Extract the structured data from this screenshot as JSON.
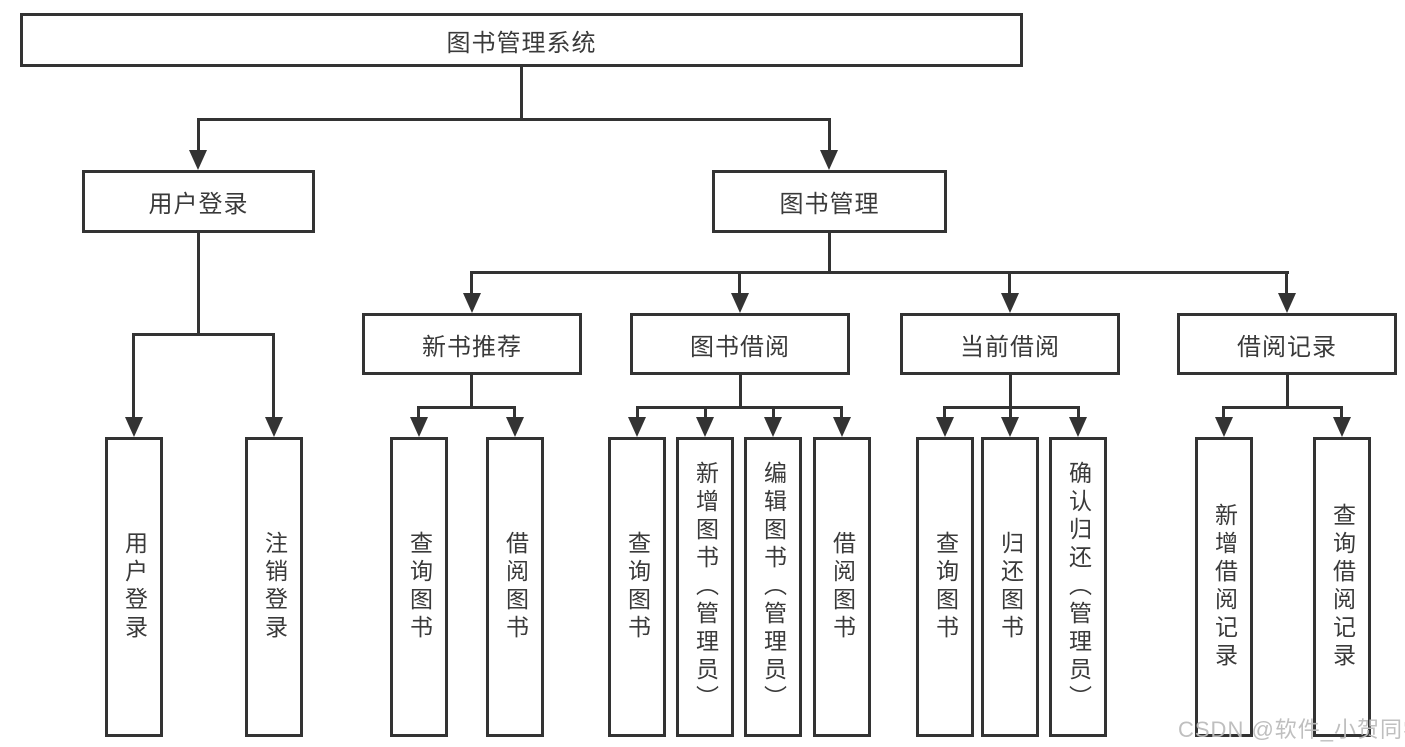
{
  "diagram": {
    "root": {
      "label": "图书管理系统"
    },
    "level2": {
      "user_login": {
        "label": "用户登录"
      },
      "book_mgmt": {
        "label": "图书管理"
      }
    },
    "level3": {
      "new_book": {
        "label": "新书推荐"
      },
      "book_borrow": {
        "label": "图书借阅"
      },
      "current_borrow": {
        "label": "当前借阅"
      },
      "borrow_record": {
        "label": "借阅记录"
      }
    },
    "leaves": {
      "user_login": {
        "label": "用户登录"
      },
      "logout": {
        "label": "注销登录"
      },
      "nb_query": {
        "label": "查询图书"
      },
      "nb_borrow": {
        "label": "借阅图书"
      },
      "bb_query": {
        "label": "查询图书"
      },
      "bb_add": {
        "label": "新增图书（管理员）"
      },
      "bb_edit": {
        "label": "编辑图书（管理员）"
      },
      "bb_borrow": {
        "label": "借阅图书"
      },
      "cb_query": {
        "label": "查询图书"
      },
      "cb_return": {
        "label": "归还图书"
      },
      "cb_confirm": {
        "label": "确认归还（管理员）"
      },
      "br_add": {
        "label": "新增借阅记录"
      },
      "br_query": {
        "label": "查询借阅记录"
      }
    },
    "watermark": "CSDN @软件_小贺同学",
    "colors": {
      "line": "#333333",
      "text": "#3a3a3a",
      "watermark": "#bcbcbc",
      "background": "#ffffff"
    }
  }
}
